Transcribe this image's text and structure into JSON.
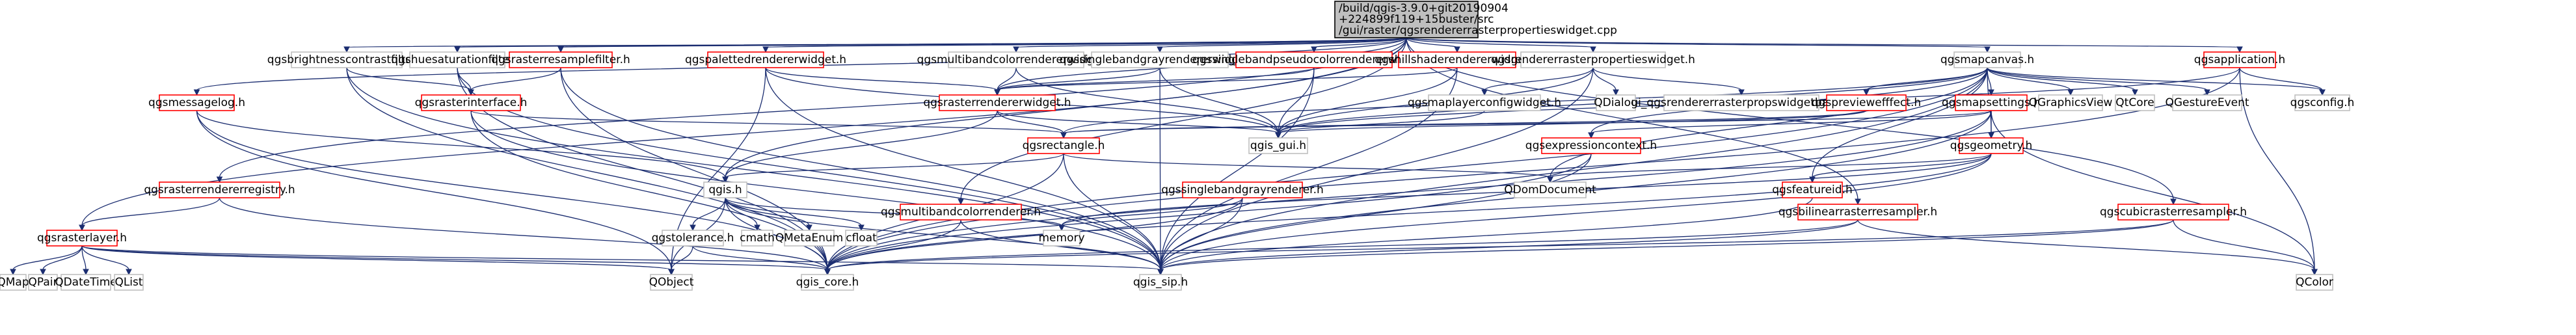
{
  "palette": {
    "root_fill": "#bfbfbf",
    "node_fill": "#ffffff",
    "node_border_gray": "#bfbfbf",
    "node_border_red": "#ff0000",
    "edge": "#1b2d70"
  },
  "nodes": [
    {
      "id": "root",
      "lines": [
        "/build/qgis-3.9.0+git20190904",
        "+224899f119+15buster/src",
        "/gui/raster/qgsrendererrasterpropertieswidget.cpp"
      ],
      "style": "root"
    },
    {
      "id": "brightness",
      "lines": [
        "qgsbrightnesscontrastfilter.h"
      ],
      "style": "gray"
    },
    {
      "id": "huesat",
      "lines": [
        "qgshuesaturationfilter.h"
      ],
      "style": "gray"
    },
    {
      "id": "resample",
      "lines": [
        "qgsrasterresamplefilter.h"
      ],
      "style": "red"
    },
    {
      "id": "palettedw",
      "lines": [
        "qgspalettedrendererwidget.h"
      ],
      "style": "red"
    },
    {
      "id": "multibandw",
      "lines": [
        "qgsmultibandcolorrendererwidget.h"
      ],
      "style": "gray"
    },
    {
      "id": "singlegrayw",
      "lines": [
        "qgssinglebandgrayrendererwidget.h"
      ],
      "style": "gray"
    },
    {
      "id": "pseudow",
      "lines": [
        "qgssinglebandpseudocolorrendererwidget.h"
      ],
      "style": "red"
    },
    {
      "id": "hillshadew",
      "lines": [
        "qgshillshaderendererwidget.h"
      ],
      "style": "red"
    },
    {
      "id": "rendpropw",
      "lines": [
        "qgsrendererrasterpropertieswidget.h"
      ],
      "style": "gray"
    },
    {
      "id": "mapcanvas",
      "lines": [
        "qgsmapcanvas.h"
      ],
      "style": "gray"
    },
    {
      "id": "application",
      "lines": [
        "qgsapplication.h"
      ],
      "style": "red"
    },
    {
      "id": "msglog",
      "lines": [
        "qgsmessagelog.h"
      ],
      "style": "red"
    },
    {
      "id": "rasterinterface",
      "lines": [
        "qgsrasterinterface.h"
      ],
      "style": "red"
    },
    {
      "id": "rasterrendw",
      "lines": [
        "qgsrasterrendererwidget.h"
      ],
      "style": "red"
    },
    {
      "id": "mlcw",
      "lines": [
        "qgsmaplayerconfigwidget.h"
      ],
      "style": "gray"
    },
    {
      "id": "qdialog",
      "lines": [
        "QDialog"
      ],
      "style": "gray"
    },
    {
      "id": "uiwidget",
      "lines": [
        "ui_qgsrendererrasterpropswidgetbase.h"
      ],
      "style": "gray"
    },
    {
      "id": "previeweffect",
      "lines": [
        "qgspreviewefffect.h"
      ],
      "style": "red"
    },
    {
      "id": "mapsettings",
      "lines": [
        "qgsmapsettings.h"
      ],
      "style": "red"
    },
    {
      "id": "qgraphicsview",
      "lines": [
        "QGraphicsView"
      ],
      "style": "gray"
    },
    {
      "id": "qtcore",
      "lines": [
        "QtCore"
      ],
      "style": "gray"
    },
    {
      "id": "qgestureevent",
      "lines": [
        "QGestureEvent"
      ],
      "style": "gray"
    },
    {
      "id": "config",
      "lines": [
        "qgsconfig.h"
      ],
      "style": "gray"
    },
    {
      "id": "rectangle",
      "lines": [
        "qgsrectangle.h"
      ],
      "style": "red"
    },
    {
      "id": "gui",
      "lines": [
        "qgis_gui.h"
      ],
      "style": "gray"
    },
    {
      "id": "exprctx",
      "lines": [
        "qgsexpressioncontext.h"
      ],
      "style": "red"
    },
    {
      "id": "geometry",
      "lines": [
        "qgsgeometry.h"
      ],
      "style": "red"
    },
    {
      "id": "registry",
      "lines": [
        "qgsrasterrendererregistry.h"
      ],
      "style": "red"
    },
    {
      "id": "qgis",
      "lines": [
        "qgis.h"
      ],
      "style": "gray"
    },
    {
      "id": "singlegrayr",
      "lines": [
        "qgssinglebandgrayrenderer.h"
      ],
      "style": "red"
    },
    {
      "id": "qdomdoc",
      "lines": [
        "QDomDocument"
      ],
      "style": "gray"
    },
    {
      "id": "featureid",
      "lines": [
        "qgsfeatureid.h"
      ],
      "style": "red"
    },
    {
      "id": "rasterlayer",
      "lines": [
        "qgsrasterlayer.h"
      ],
      "style": "red"
    },
    {
      "id": "tolerance",
      "lines": [
        "qgstolerance.h"
      ],
      "style": "gray"
    },
    {
      "id": "cmath",
      "lines": [
        "cmath"
      ],
      "style": "gray"
    },
    {
      "id": "qmetaenum",
      "lines": [
        "QMetaEnum"
      ],
      "style": "gray"
    },
    {
      "id": "cfloat",
      "lines": [
        "cfloat"
      ],
      "style": "gray"
    },
    {
      "id": "memory",
      "lines": [
        "memory"
      ],
      "style": "gray"
    },
    {
      "id": "multibandr",
      "lines": [
        "qgsmultibandcolorrenderer.h"
      ],
      "style": "red"
    },
    {
      "id": "bilinear",
      "lines": [
        "qgsbilinearrasterresampler.h"
      ],
      "style": "red"
    },
    {
      "id": "cubic",
      "lines": [
        "qgscubicrasterresampler.h"
      ],
      "style": "red"
    },
    {
      "id": "qmap",
      "lines": [
        "QMap"
      ],
      "style": "gray"
    },
    {
      "id": "qpair",
      "lines": [
        "QPair"
      ],
      "style": "gray"
    },
    {
      "id": "qdatetime",
      "lines": [
        "QDateTime"
      ],
      "style": "gray"
    },
    {
      "id": "qlist",
      "lines": [
        "QList"
      ],
      "style": "gray"
    },
    {
      "id": "qobject",
      "lines": [
        "QObject"
      ],
      "style": "gray"
    },
    {
      "id": "core",
      "lines": [
        "qgis_core.h"
      ],
      "style": "gray"
    },
    {
      "id": "sip",
      "lines": [
        "qgis_sip.h"
      ],
      "style": "gray"
    },
    {
      "id": "qcolor",
      "lines": [
        "QColor"
      ],
      "style": "gray"
    }
  ],
  "edges": [
    [
      "root",
      "brightness"
    ],
    [
      "root",
      "huesat"
    ],
    [
      "root",
      "resample"
    ],
    [
      "root",
      "palettedw"
    ],
    [
      "root",
      "multibandw"
    ],
    [
      "root",
      "singlegrayw"
    ],
    [
      "root",
      "pseudow"
    ],
    [
      "root",
      "hillshadew"
    ],
    [
      "root",
      "rendpropw"
    ],
    [
      "root",
      "mapcanvas"
    ],
    [
      "root",
      "application"
    ],
    [
      "root",
      "msglog"
    ],
    [
      "root",
      "rasterlayer"
    ],
    [
      "root",
      "registry"
    ],
    [
      "root",
      "qgis"
    ],
    [
      "root",
      "multibandr"
    ],
    [
      "root",
      "bilinear"
    ],
    [
      "root",
      "cubic"
    ],
    [
      "root",
      "rasterrendw"
    ],
    [
      "brightness",
      "rasterinterface"
    ],
    [
      "brightness",
      "core"
    ],
    [
      "brightness",
      "sip"
    ],
    [
      "huesat",
      "rasterinterface"
    ],
    [
      "huesat",
      "core"
    ],
    [
      "huesat",
      "sip"
    ],
    [
      "resample",
      "rasterinterface"
    ],
    [
      "resample",
      "core"
    ],
    [
      "resample",
      "sip"
    ],
    [
      "palettedw",
      "rasterrendw"
    ],
    [
      "palettedw",
      "gui"
    ],
    [
      "palettedw",
      "sip"
    ],
    [
      "palettedw",
      "qobject"
    ],
    [
      "multibandw",
      "rasterrendw"
    ],
    [
      "multibandw",
      "gui"
    ],
    [
      "singlegrayw",
      "rasterrendw"
    ],
    [
      "singlegrayw",
      "gui"
    ],
    [
      "singlegrayw",
      "sip"
    ],
    [
      "pseudow",
      "rasterrendw"
    ],
    [
      "pseudow",
      "gui"
    ],
    [
      "pseudow",
      "sip"
    ],
    [
      "hillshadew",
      "rasterrendw"
    ],
    [
      "hillshadew",
      "gui"
    ],
    [
      "hillshadew",
      "sip"
    ],
    [
      "rendpropw",
      "mlcw"
    ],
    [
      "rendpropw",
      "qdialog"
    ],
    [
      "rendpropw",
      "uiwidget"
    ],
    [
      "rendpropw",
      "gui"
    ],
    [
      "rendpropw",
      "sip"
    ],
    [
      "mapcanvas",
      "previeweffect"
    ],
    [
      "mapcanvas",
      "mapsettings"
    ],
    [
      "mapcanvas",
      "qgraphicsview"
    ],
    [
      "mapcanvas",
      "qtcore"
    ],
    [
      "mapcanvas",
      "qgestureevent"
    ],
    [
      "mapcanvas",
      "config"
    ],
    [
      "mapcanvas",
      "rectangle"
    ],
    [
      "mapcanvas",
      "gui"
    ],
    [
      "mapcanvas",
      "exprctx"
    ],
    [
      "mapcanvas",
      "geometry"
    ],
    [
      "mapcanvas",
      "qdomdoc"
    ],
    [
      "mapcanvas",
      "featureid"
    ],
    [
      "mapcanvas",
      "sip"
    ],
    [
      "mapcanvas",
      "core"
    ],
    [
      "application",
      "config"
    ],
    [
      "application",
      "gui"
    ],
    [
      "application",
      "core"
    ],
    [
      "application",
      "qcolor"
    ],
    [
      "msglog",
      "qgis"
    ],
    [
      "msglog",
      "core"
    ],
    [
      "msglog",
      "qobject"
    ],
    [
      "rasterinterface",
      "rectangle"
    ],
    [
      "rasterinterface",
      "core"
    ],
    [
      "rasterinterface",
      "sip"
    ],
    [
      "rasterrendw",
      "rectangle"
    ],
    [
      "rasterrendw",
      "gui"
    ],
    [
      "rasterrendw",
      "qgis"
    ],
    [
      "mlcw",
      "gui"
    ],
    [
      "previeweffect",
      "gui"
    ],
    [
      "previeweffect",
      "rectangle"
    ],
    [
      "mapsettings",
      "rectangle"
    ],
    [
      "mapsettings",
      "exprctx"
    ],
    [
      "mapsettings",
      "geometry"
    ],
    [
      "mapsettings",
      "core"
    ],
    [
      "mapsettings",
      "sip"
    ],
    [
      "mapsettings",
      "qcolor"
    ],
    [
      "rectangle",
      "qgis"
    ],
    [
      "rectangle",
      "qdomdoc"
    ],
    [
      "rectangle",
      "core"
    ],
    [
      "rectangle",
      "sip"
    ],
    [
      "exprctx",
      "core"
    ],
    [
      "exprctx",
      "sip"
    ],
    [
      "geometry",
      "featureid"
    ],
    [
      "geometry",
      "qdomdoc"
    ],
    [
      "geometry",
      "core"
    ],
    [
      "geometry",
      "sip"
    ],
    [
      "geometry",
      "memory"
    ],
    [
      "registry",
      "rasterlayer"
    ],
    [
      "registry",
      "core"
    ],
    [
      "qgis",
      "tolerance"
    ],
    [
      "qgis",
      "cmath"
    ],
    [
      "qgis",
      "qmetaenum"
    ],
    [
      "qgis",
      "cfloat"
    ],
    [
      "qgis",
      "memory"
    ],
    [
      "qgis",
      "core"
    ],
    [
      "qgis",
      "sip"
    ],
    [
      "qgis",
      "qobject"
    ],
    [
      "singlegrayr",
      "memory"
    ],
    [
      "singlegrayr",
      "core"
    ],
    [
      "singlegrayr",
      "sip"
    ],
    [
      "featureid",
      "sip"
    ],
    [
      "rasterlayer",
      "qmap"
    ],
    [
      "rasterlayer",
      "qpair"
    ],
    [
      "rasterlayer",
      "qdatetime"
    ],
    [
      "rasterlayer",
      "qlist"
    ],
    [
      "rasterlayer",
      "core"
    ],
    [
      "rasterlayer",
      "sip"
    ],
    [
      "rasterlayer",
      "qobject"
    ],
    [
      "tolerance",
      "core"
    ],
    [
      "tolerance",
      "qobject"
    ],
    [
      "multibandr",
      "core"
    ],
    [
      "multibandr",
      "sip"
    ],
    [
      "bilinear",
      "core"
    ],
    [
      "bilinear",
      "sip"
    ],
    [
      "bilinear",
      "qcolor"
    ],
    [
      "cubic",
      "core"
    ],
    [
      "cubic",
      "sip"
    ],
    [
      "cubic",
      "qcolor"
    ]
  ]
}
